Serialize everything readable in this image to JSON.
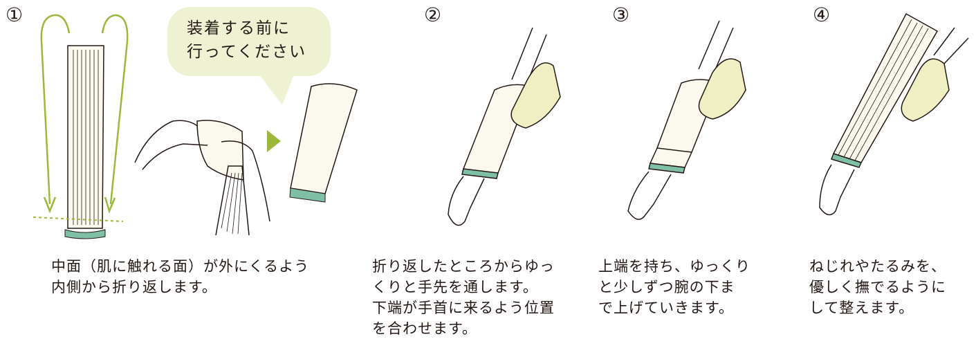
{
  "steps": [
    {
      "number": "①",
      "caption_lines": [
        "中面（肌に触れる面）が外にくるよう",
        "内側から折り返します。"
      ]
    },
    {
      "number": "②",
      "caption_lines": [
        "折り返したところからゆっ",
        "くりと手先を通します。",
        "下端が手首に来るよう位置",
        "を合わせます。"
      ]
    },
    {
      "number": "③",
      "caption_lines": [
        "上端を持ち、ゆっくり",
        "と少しずつ腕の下ま",
        "で上げていきます。"
      ]
    },
    {
      "number": "④",
      "caption_lines": [
        "ねじれやたるみを、",
        "優しく撫でるように",
        "して整えます。"
      ]
    }
  ],
  "callout": {
    "lines": [
      "装着する前に",
      "行ってください"
    ]
  },
  "icons": [
    "fold-arrow-icon",
    "play-arrow-icon"
  ],
  "colors": {
    "accent_green": "#9bb83c",
    "bubble_fill": "#eef1d2",
    "glove": "#eef0c4",
    "sleeve": "#fbf8ee",
    "cuff": "#7fbfa6",
    "text": "#231815"
  }
}
